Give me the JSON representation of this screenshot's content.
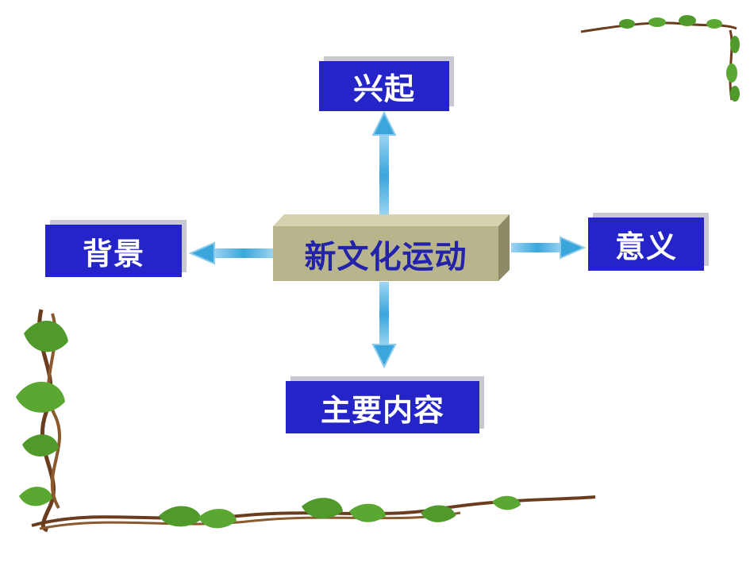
{
  "diagram": {
    "center": {
      "label": "新文化运动"
    },
    "nodes": {
      "top": {
        "label": "兴起"
      },
      "left": {
        "label": "背景"
      },
      "right": {
        "label": "意义"
      },
      "bottom": {
        "label": "主要内容"
      }
    },
    "colors": {
      "box_fill": "#2424c8",
      "box_shadow": "#c8c8d2",
      "center_fill": "#b8b48c",
      "center_text": "#2222aa",
      "arrow": "#3aa6dc",
      "vine_leaf": "#4f9a2a",
      "vine_stem": "#6b3d1f"
    }
  }
}
